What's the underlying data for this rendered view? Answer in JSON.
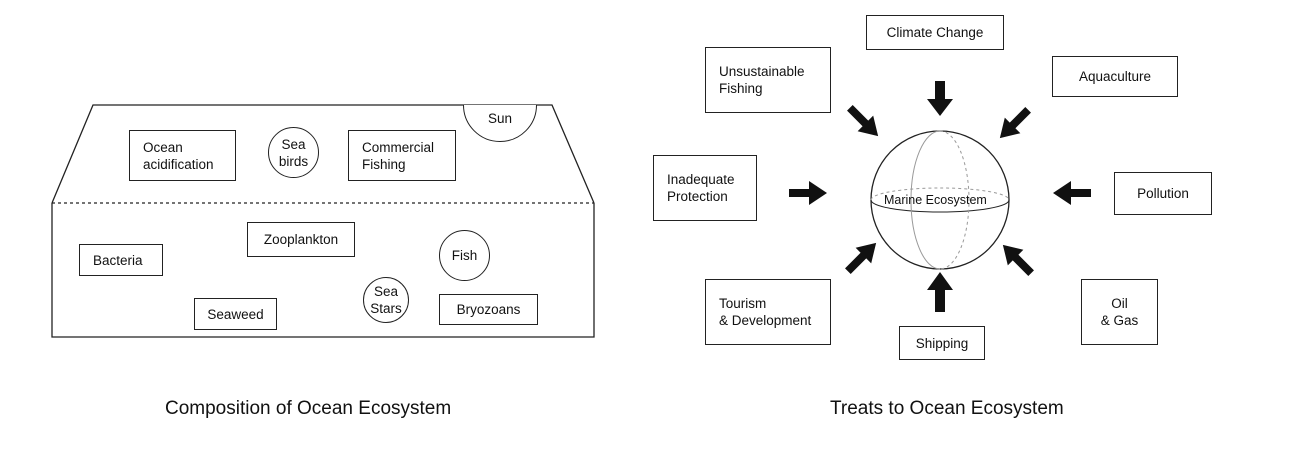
{
  "composition": {
    "caption": "Composition of Ocean Ecosystem",
    "above_water": {
      "ocean_acidification": "Ocean\nacidification",
      "sea_birds": "Sea\nbirds",
      "commercial_fishing": "Commercial\nFishing",
      "sun": "Sun"
    },
    "below_water": {
      "bacteria": "Bacteria",
      "zooplankton": "Zooplankton",
      "fish": "Fish",
      "seaweed": "Seaweed",
      "sea_stars": "Sea\nStars",
      "bryozoans": "Bryozoans"
    }
  },
  "threats": {
    "caption": "Treats to Ocean Ecosystem",
    "center_label": "Marine Ecosystem",
    "items": {
      "climate_change": "Climate Change",
      "unsustainable_fishing": "Unsustainable\nFishing",
      "aquaculture": "Aquaculture",
      "inadequate_protection": "Inadequate\nProtection",
      "pollution": "Pollution",
      "tourism_development": "Tourism\n& Development",
      "oil_gas": "Oil\n& Gas",
      "shipping": "Shipping"
    }
  }
}
